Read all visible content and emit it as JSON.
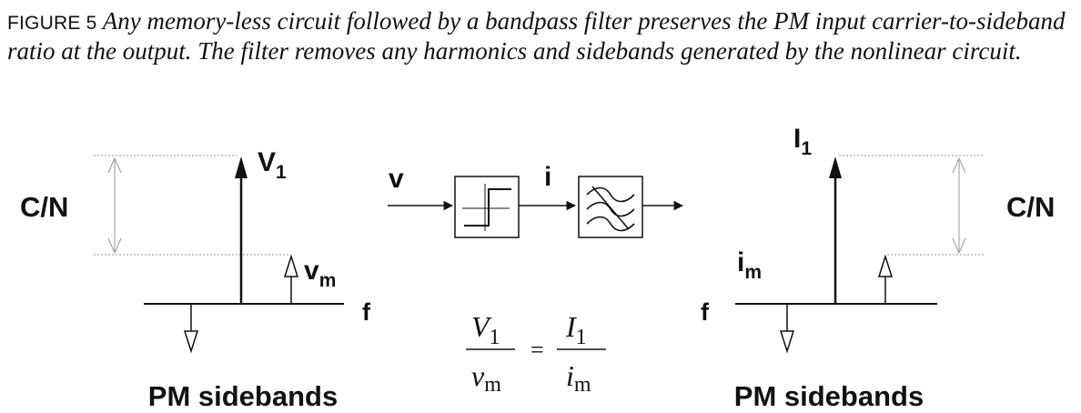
{
  "caption": {
    "label": "FIGURE 5",
    "text": "Any memory-less circuit followed by a bandpass filter preserves the PM input carrier-to-sideband ratio at the output. The filter removes any harmonics and sidebands generated by the nonlinear circuit."
  },
  "left_spectrum": {
    "ratio_label": "C/N",
    "carrier_label": "V",
    "carrier_sub": "1",
    "sideband_label": "v",
    "sideband_sub": "m",
    "axis_label": "f",
    "title": "PM sidebands"
  },
  "circuit": {
    "input_label": "v",
    "mid_label": "i"
  },
  "equation": {
    "num_left": "V",
    "num_left_sub": "1",
    "den_left": "v",
    "den_left_sub": "m",
    "equals": "=",
    "num_right": "I",
    "num_right_sub": "1",
    "den_right": "i",
    "den_right_sub": "m"
  },
  "right_spectrum": {
    "ratio_label": "C/N",
    "carrier_label": "I",
    "carrier_sub": "1",
    "sideband_label": "i",
    "sideband_sub": "m",
    "axis_label": "f",
    "title": "PM sidebands"
  }
}
